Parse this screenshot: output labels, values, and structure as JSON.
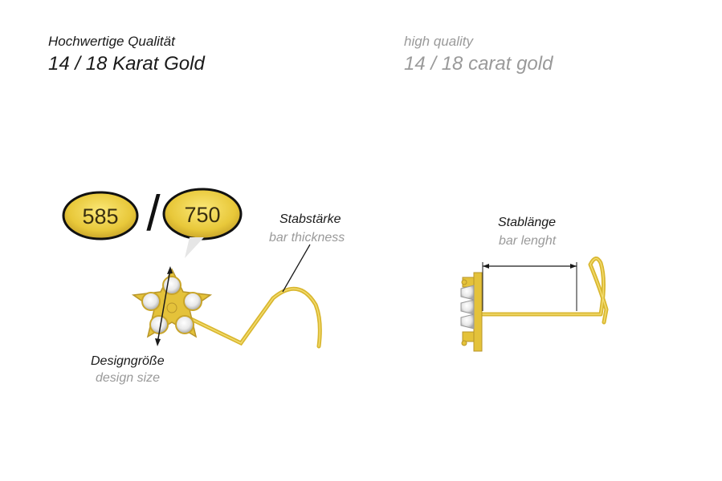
{
  "header": {
    "de_line1": "Hochwertige Qualität",
    "de_line2": "14 / 18 Karat Gold",
    "en_line1": "high quality",
    "en_line2": "14 / 18 carat gold"
  },
  "badges": {
    "gold_585": "585",
    "separator": "/",
    "gold_750": "750"
  },
  "labels": {
    "bar_thickness_de": "Stabstärke",
    "bar_thickness_en": "bar thickness",
    "design_size_de": "Designgröße",
    "design_size_en": "design size",
    "bar_length_de": "Stablänge",
    "bar_length_en": "bar lenght"
  },
  "colors": {
    "gold": "#e8c83a",
    "gold_dark": "#b8962a",
    "text_dark": "#1a1a1a",
    "text_grey": "#9a9a9a"
  }
}
